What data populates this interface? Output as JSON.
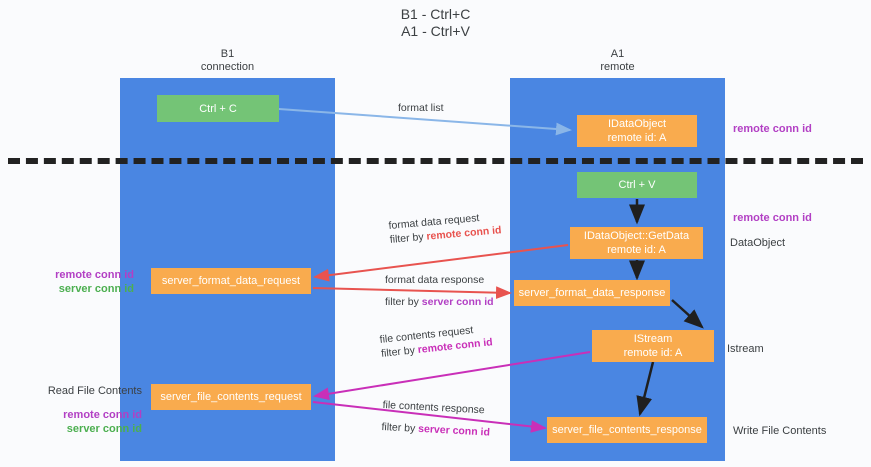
{
  "title": {
    "line1": "B1 - Ctrl+C",
    "line2": "A1 - Ctrl+V"
  },
  "columns": [
    {
      "name": "B1",
      "role": "connection"
    },
    {
      "name": "A1",
      "role": "remote"
    }
  ],
  "boxes": {
    "ctrl_c": {
      "label": "Ctrl + C",
      "sub": ""
    },
    "idataobject": {
      "label": "IDataObject",
      "sub": "remote id: A"
    },
    "ctrl_v": {
      "label": "Ctrl + V",
      "sub": ""
    },
    "getdata": {
      "label": "IDataObject::GetData",
      "sub": "remote id: A"
    },
    "server_format_data_request": {
      "label": "server_format_data_request",
      "sub": ""
    },
    "server_format_data_response": {
      "label": "server_format_data_response",
      "sub": ""
    },
    "istream": {
      "label": "IStream",
      "sub": "remote id: A"
    },
    "server_file_contents_request": {
      "label": "server_file_contents_request",
      "sub": ""
    },
    "server_file_contents_response": {
      "label": "server_file_contents_response",
      "sub": ""
    }
  },
  "edges": [
    {
      "id": "format_list",
      "line1": "format list",
      "filter_prefix": "",
      "filter_key": ""
    },
    {
      "id": "format_data_request",
      "line1": "format data request",
      "filter_prefix": "filter by",
      "filter_key": "remote conn id"
    },
    {
      "id": "format_data_response",
      "line1": "format data response",
      "filter_prefix": "filter by",
      "filter_key": "server conn id"
    },
    {
      "id": "file_contents_request",
      "line1": "file contents request",
      "filter_prefix": "filter by",
      "filter_key": "remote conn id"
    },
    {
      "id": "file_contents_response",
      "line1": "file contents response",
      "filter_prefix": "filter by",
      "filter_key": "server conn id"
    }
  ],
  "annotations": {
    "right_top": "remote conn id",
    "right_mid": "remote conn id",
    "label_dataobject": "DataObject",
    "label_istream": "Istream",
    "label_write_file_contents": "Write File Contents",
    "left_mid_purple": "remote conn id",
    "left_mid_green": "server conn id",
    "left_bottom_plain": "Read File Contents",
    "left_bottom_purple": "remote conn id",
    "left_bottom_green": "server conn id"
  },
  "colors": {
    "lane": "#4a86e2",
    "green_box": "#74c476",
    "orange_box": "#f9ab4e",
    "purple_text": "#b23fc4",
    "green_text": "#4caf50",
    "red_arrow": "#e8534f",
    "magenta_arrow": "#c92fb8",
    "blue_arrow": "#8ab6e8",
    "divider": "#222222",
    "background": "#fafbfd"
  }
}
